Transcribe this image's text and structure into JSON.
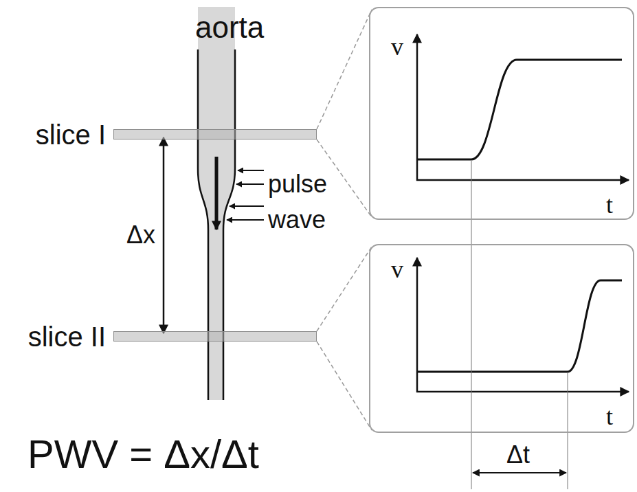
{
  "diagram": {
    "nodes": [
      {
        "text": [
          "slice I"
        ]
      },
      {
        "text": [
          "v",
          "t"
        ]
      },
      {
        "text": [
          "slice II"
        ]
      },
      {
        "text": [
          "v",
          "t"
        ]
      }
    ],
    "edges": [
      {
        "from": 0,
        "to": 1,
        "arrow": "none"
      },
      {
        "from": 2,
        "to": 3,
        "arrow": "none"
      }
    ],
    "labels": [
      "aorta",
      "pulse",
      "wave",
      "Δx",
      "PWV = Δx/Δt",
      "Δt"
    ]
  }
}
